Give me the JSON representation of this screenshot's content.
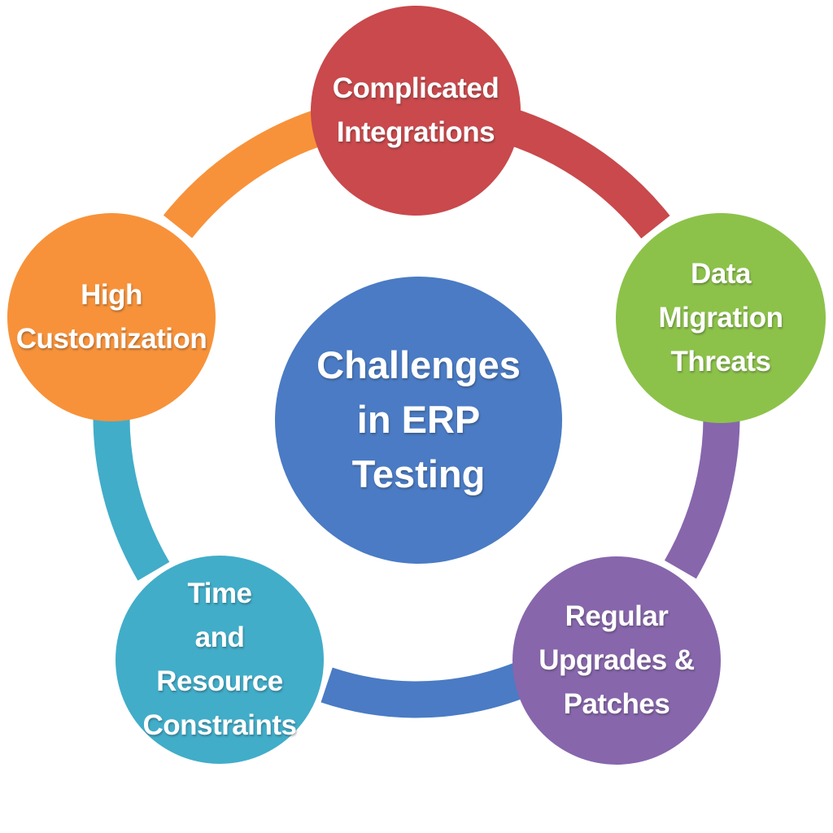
{
  "diagram": {
    "kind": "hub-and-spoke-cycle",
    "background_color": "#ffffff",
    "text_color": "#ffffff"
  },
  "center": {
    "label": "Challenges in ERP Testing",
    "lines": [
      "Challenges",
      "in ERP",
      "Testing"
    ],
    "color": "#4a7bc4"
  },
  "nodes": [
    {
      "label": "Complicated Integrations",
      "lines": [
        "Complicated",
        "Integrations"
      ],
      "color": "#c9494c",
      "position": "top"
    },
    {
      "label": "Data Migration Threats",
      "lines": [
        "Data",
        "Migration",
        "Threats"
      ],
      "color": "#8cc24a",
      "position": "right"
    },
    {
      "label": "Regular Upgrades & Patches",
      "lines": [
        "Regular",
        "Upgrades &",
        "Patches"
      ],
      "color": "#8766ac",
      "position": "bottom-right"
    },
    {
      "label": "Time and Resource Constraints",
      "lines": [
        "Time",
        "and",
        "Resource",
        "Constraints"
      ],
      "color": "#41adc9",
      "position": "bottom-left"
    },
    {
      "label": "High Customization",
      "lines": [
        "High",
        "Customization"
      ],
      "color": "#f7923a",
      "position": "left"
    }
  ],
  "connectors": [
    {
      "between": [
        "Complicated Integrations",
        "Data Migration Threats"
      ],
      "color": "#c9494c"
    },
    {
      "between": [
        "Data Migration Threats",
        "Regular Upgrades & Patches"
      ],
      "color": "#8766ac"
    },
    {
      "between": [
        "Regular Upgrades & Patches",
        "Time and Resource Constraints"
      ],
      "color": "#4a7bc4"
    },
    {
      "between": [
        "Time and Resource Constraints",
        "High Customization"
      ],
      "color": "#41adc9"
    },
    {
      "between": [
        "High Customization",
        "Complicated Integrations"
      ],
      "color": "#f7923a"
    }
  ]
}
